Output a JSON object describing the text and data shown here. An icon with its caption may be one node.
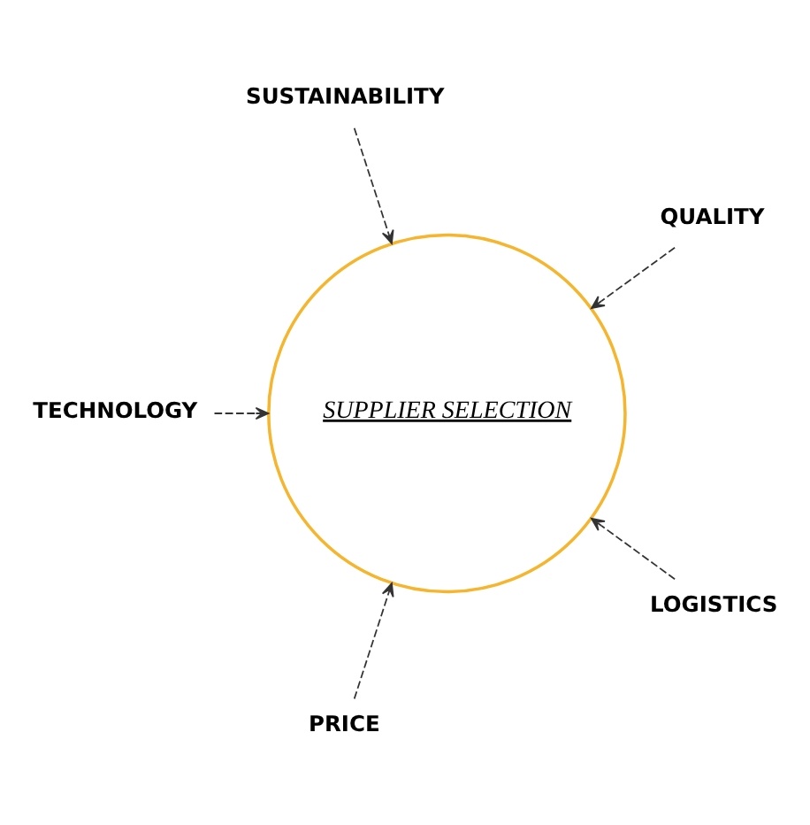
{
  "diagram": {
    "nodes": [
      {
        "text": [
          "QUALITY"
        ]
      },
      {
        "text": [
          "SUSTAINABILITY"
        ]
      },
      {
        "text": [
          "TECHNOLOGY"
        ]
      },
      {
        "text": [
          "SUPPLIER SELECTION"
        ]
      },
      {
        "text": [
          "PRICE"
        ]
      },
      {
        "text": [
          "LOGISTICS"
        ]
      }
    ],
    "edges": [
      {
        "from": 0,
        "to": 3,
        "arrow": "to",
        "style": "dashed"
      },
      {
        "from": 1,
        "to": 3,
        "arrow": "to",
        "style": "dashed"
      },
      {
        "from": 2,
        "to": 3,
        "arrow": "to",
        "style": "dashed"
      },
      {
        "from": 4,
        "to": 3,
        "arrow": "to",
        "style": "dashed"
      },
      {
        "from": 5,
        "to": 3,
        "arrow": "to",
        "style": "dashed"
      }
    ]
  }
}
